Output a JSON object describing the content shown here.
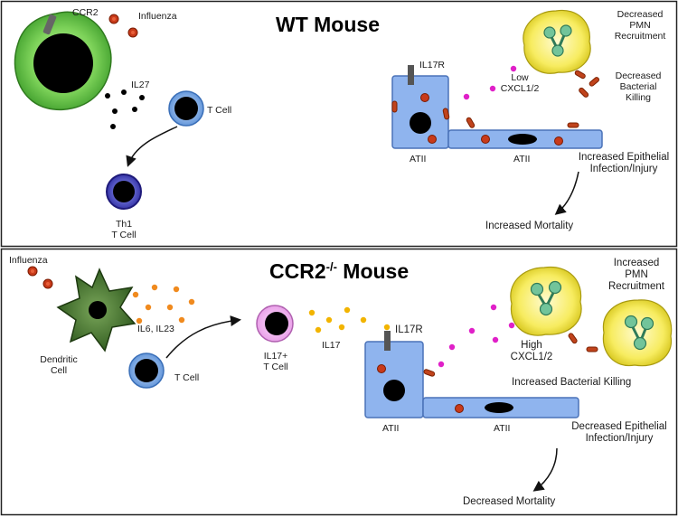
{
  "wt": {
    "title": "WT Mouse",
    "labels": {
      "ccr2": "CCR2",
      "influenza": "Influenza",
      "il27": "IL27",
      "t_cell": "T Cell",
      "th1_line1": "Th1",
      "th1_line2": "T Cell",
      "il17r": "IL17R",
      "cxcl_line1": "Low",
      "cxcl_line2": "CXCL1/2",
      "pmn_line1": "Decreased",
      "pmn_line2": "PMN",
      "pmn_line3": "Recruitment",
      "killing_line1": "Decreased",
      "killing_line2": "Bacterial",
      "killing_line3": "Killing",
      "atii_1": "ATII",
      "atii_2": "ATII",
      "infection_line1": "Increased Epithelial",
      "infection_line2": "Infection/Injury",
      "mortality": "Increased Mortality"
    }
  },
  "ccr2": {
    "title_prefix": "CCR2",
    "title_superscript": "-/-",
    "title_suffix": " Mouse",
    "labels": {
      "influenza": "Influenza",
      "dendritic_line1": "Dendritic",
      "dendritic_line2": "Cell",
      "il6_il23": "IL6, IL23",
      "t_cell": "T Cell",
      "il17_t_line1": "IL17+",
      "il17_t_line2": "T Cell",
      "il17": "IL17",
      "il17r": "IL17R",
      "cxcl_line1": "High",
      "cxcl_line2": "CXCL1/2",
      "pmn_line1": "Increased",
      "pmn_line2": "PMN",
      "pmn_line3": "Recruitment",
      "killing": "Increased Bacterial Killing",
      "atii_1": "ATII",
      "atii_2": "ATII",
      "infection_line1": "Decreased Epithelial",
      "infection_line2": "Infection/Injury",
      "mortality": "Decreased Mortality"
    }
  },
  "colors": {
    "monocyte": "#7ed35a",
    "dendritic_cell": "#2f5a1e",
    "pmn": "#f7ec60",
    "epithelium": "#8fb4ee",
    "virus": "#c83a1a",
    "cxcl": "#e020c8",
    "il6_il23": "#f08a1e",
    "il17": "#f2b400",
    "il17_t_cell": "#e79be6",
    "th1_t_cell": "#2d2ba0"
  }
}
